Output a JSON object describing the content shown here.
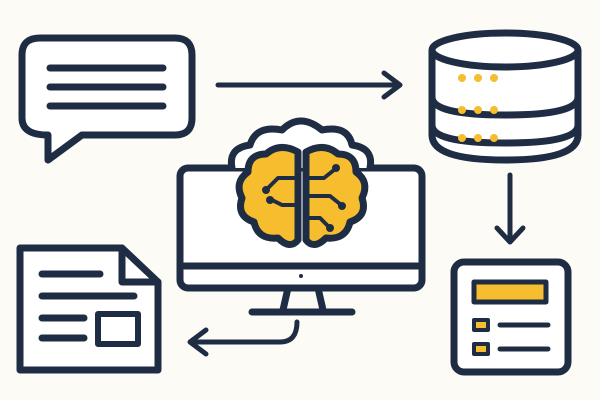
{
  "diagram": {
    "nodes": [
      {
        "id": "chat",
        "icon": "speech-bubble-icon"
      },
      {
        "id": "database",
        "icon": "database-icon"
      },
      {
        "id": "ai-computer",
        "icon": "brain-monitor-icon"
      },
      {
        "id": "report",
        "icon": "dashboard-icon"
      },
      {
        "id": "document",
        "icon": "document-icon"
      }
    ],
    "edges": [
      {
        "from": "chat",
        "to": "database"
      },
      {
        "from": "database",
        "to": "report"
      },
      {
        "from": "ai-computer",
        "to": "document"
      }
    ]
  },
  "colors": {
    "background": "#fcfbf6",
    "outline": "#1f2d44",
    "accent": "#f6be2f",
    "panel": "#ffffff"
  }
}
